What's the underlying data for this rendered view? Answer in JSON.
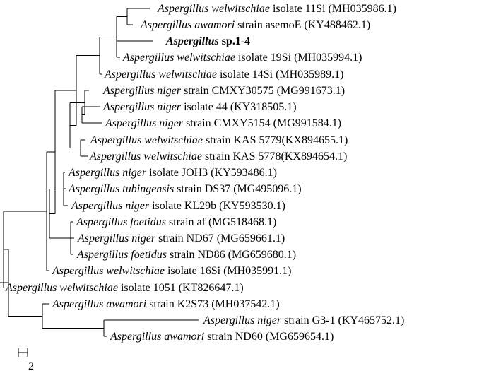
{
  "taxa": [
    {
      "genus": "Aspergillus",
      "species": "welwitschiae",
      "rest": "isolate 11Si (MH035986.1)"
    },
    {
      "genus": "Aspergillus",
      "species": "awamori",
      "rest": "strain asemoE (KY488462.1)"
    },
    {
      "genus": "Aspergillus",
      "species": "",
      "rest": "sp.1-4",
      "highlight": true
    },
    {
      "genus": "Aspergillus",
      "species": "welwitschiae",
      "rest": "isolate 19Si (MH035994.1)"
    },
    {
      "genus": "Aspergillus",
      "species": "welwitschiae",
      "rest": "isolate 14Si (MH035989.1)"
    },
    {
      "genus": "Aspergillus",
      "species": "niger",
      "rest": "strain CMXY30575 (MG991673.1)"
    },
    {
      "genus": "Aspergillus",
      "species": "niger",
      "rest": "isolate 44 (KY318505.1)"
    },
    {
      "genus": "Aspergillus",
      "species": "niger",
      "rest": "strain CMXY5154 (MG991584.1)"
    },
    {
      "genus": "Aspergillus",
      "species": "welwitschiae",
      "rest": "strain KAS 5779(KX894655.1)"
    },
    {
      "genus": "Aspergillus",
      "species": "welwitschiae",
      "rest": "strain KAS 5778(KX894654.1)"
    },
    {
      "genus": "Aspergillus",
      "species": "niger",
      "rest": "isolate JOH3 (KY593486.1)"
    },
    {
      "genus": "Aspergillus",
      "species": "tubingensis",
      "rest": "strain DS37 (MG495096.1)"
    },
    {
      "genus": "Aspergillus",
      "species": "niger",
      "rest": "isolate KL29b (KY593530.1)"
    },
    {
      "genus": "Aspergillus",
      "species": "foetidus",
      "rest": "strain af (MG518468.1)"
    },
    {
      "genus": "Aspergillus",
      "species": "niger",
      "rest": "strain ND67 (MG659661.1)"
    },
    {
      "genus": "Aspergillus",
      "species": "foetidus",
      "rest": "strain ND86 (MG659680.1)"
    },
    {
      "genus": "Aspergillus",
      "species": "welwitschiae",
      "rest": "isolate 16Si (MH035991.1)"
    },
    {
      "genus": "Aspergillus",
      "species": "welwitschiae",
      "rest": "isolate 1051 (KT826647.1)"
    },
    {
      "genus": "Aspergillus",
      "species": "awamori",
      "rest": "strain K2S73 (MH037542.1)"
    },
    {
      "genus": "Aspergillus",
      "species": "niger",
      "rest": "strain G3-1 (KY465752.1)"
    },
    {
      "genus": "Aspergillus",
      "species": "awamori",
      "rest": "strain ND60 (MG659654.1)"
    }
  ],
  "scale_bar": {
    "label": "2"
  }
}
